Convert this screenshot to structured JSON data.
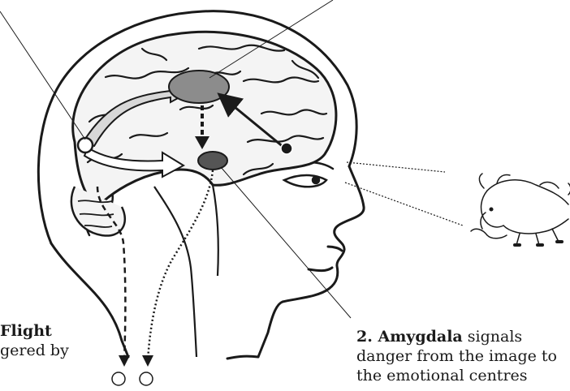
{
  "captions": {
    "flight": {
      "bold": "Flight",
      "line2": "gered by"
    },
    "amygdala": {
      "bold": "2. Amygdala",
      "line1_rest": " signals",
      "line2": "danger from the image to",
      "line3": "the emotional centres"
    }
  },
  "colors": {
    "ink": "#1a1a1a",
    "brain_region": "#8c8c8c",
    "amygdala": "#555555",
    "pathway_fill": "#d8d8d8",
    "background": "#ffffff"
  },
  "icons": {
    "head": "human-head-profile",
    "brain": "brain-folds",
    "animal": "bison-sketch"
  }
}
